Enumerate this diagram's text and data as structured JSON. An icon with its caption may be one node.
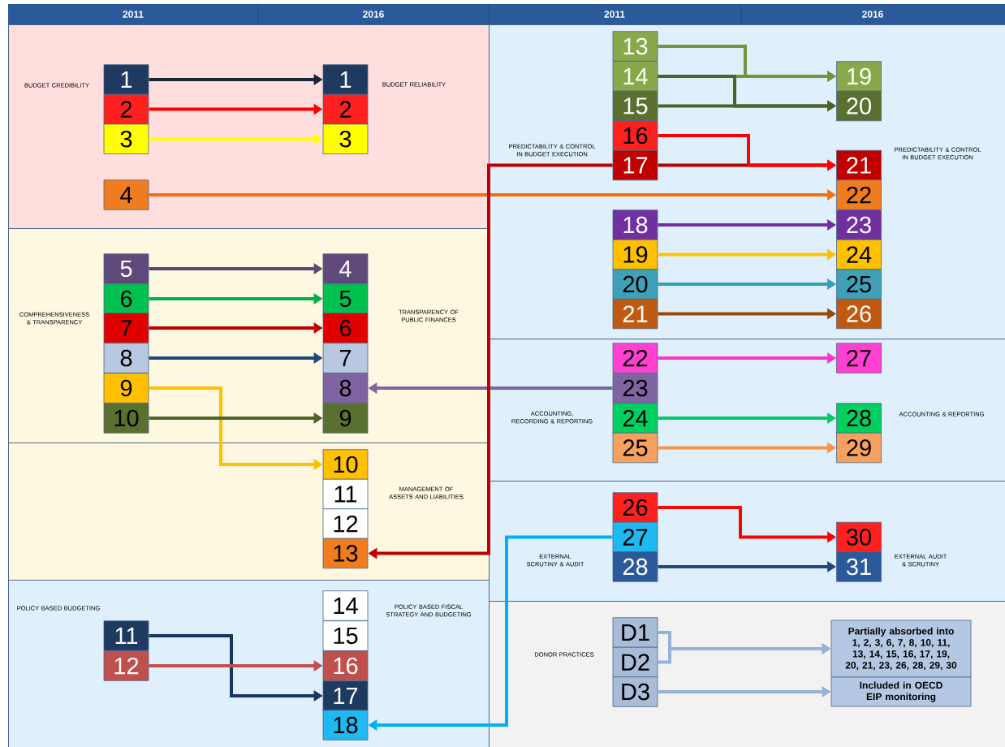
{
  "diagram": {
    "nodes": [
      {
        "text": [
          "BUDGET CREDIBILITY",
          "BUDGET RELIABILITY"
        ]
      },
      {
        "text": [
          "1"
        ],
        "in": 0
      },
      {
        "text": [
          "2"
        ],
        "in": 0
      },
      {
        "text": [
          "3"
        ],
        "in": 0
      },
      {
        "text": [
          "4"
        ],
        "in": 0
      },
      {
        "text": [
          "1"
        ],
        "in": 0
      },
      {
        "text": [
          "2"
        ],
        "in": 0
      },
      {
        "text": [
          "3"
        ],
        "in": 0
      },
      {
        "text": [
          "COMPREHENSIVENESS & TRANSPARENCY",
          "TRANSPARENCY OF PUBLIC FINANCES"
        ]
      },
      {
        "text": [
          "5"
        ],
        "in": 8
      },
      {
        "text": [
          "6"
        ],
        "in": 8
      },
      {
        "text": [
          "7"
        ],
        "in": 8
      },
      {
        "text": [
          "8"
        ],
        "in": 8
      },
      {
        "text": [
          "9"
        ],
        "in": 8
      },
      {
        "text": [
          "10"
        ],
        "in": 8
      },
      {
        "text": [
          "4"
        ],
        "in": 8
      },
      {
        "text": [
          "5"
        ],
        "in": 8
      },
      {
        "text": [
          "6"
        ],
        "in": 8
      },
      {
        "text": [
          "7"
        ],
        "in": 8
      },
      {
        "text": [
          "8"
        ],
        "in": 8
      },
      {
        "text": [
          "9"
        ],
        "in": 8
      },
      {
        "text": [
          "MANAGEMENT OF ASSETS AND LIABILITIES"
        ]
      },
      {
        "text": [
          "10"
        ],
        "in": 21
      },
      {
        "text": [
          "11"
        ],
        "in": 21
      },
      {
        "text": [
          "12"
        ],
        "in": 21
      },
      {
        "text": [
          "13"
        ],
        "in": 21
      },
      {
        "text": [
          "POLICY BASED BUDGETING",
          "POLICY BASED FISCAL STRATEGY AND BUDGETING"
        ]
      },
      {
        "text": [
          "11"
        ],
        "in": 26
      },
      {
        "text": [
          "12"
        ],
        "in": 26
      },
      {
        "text": [
          "14"
        ],
        "in": 26
      },
      {
        "text": [
          "15"
        ],
        "in": 26
      },
      {
        "text": [
          "16"
        ],
        "in": 26
      },
      {
        "text": [
          "17"
        ],
        "in": 26
      },
      {
        "text": [
          "18"
        ],
        "in": 26
      },
      {
        "text": [
          "PREDICTABILITY & CONTROL IN BUDGET EXECUTION",
          "PREDICTABILITY & CONTROL IN BUDGET EXECUTION"
        ]
      },
      {
        "text": [
          "13"
        ],
        "in": 34
      },
      {
        "text": [
          "14"
        ],
        "in": 34
      },
      {
        "text": [
          "15"
        ],
        "in": 34
      },
      {
        "text": [
          "16"
        ],
        "in": 34
      },
      {
        "text": [
          "17"
        ],
        "in": 34
      },
      {
        "text": [
          "18"
        ],
        "in": 34
      },
      {
        "text": [
          "19"
        ],
        "in": 34
      },
      {
        "text": [
          "20"
        ],
        "in": 34
      },
      {
        "text": [
          "21"
        ],
        "in": 34
      },
      {
        "text": [
          "19"
        ],
        "in": 34
      },
      {
        "text": [
          "20"
        ],
        "in": 34
      },
      {
        "text": [
          "21"
        ],
        "in": 34
      },
      {
        "text": [
          "22"
        ],
        "in": 34
      },
      {
        "text": [
          "23"
        ],
        "in": 34
      },
      {
        "text": [
          "24"
        ],
        "in": 34
      },
      {
        "text": [
          "25"
        ],
        "in": 34
      },
      {
        "text": [
          "26"
        ],
        "in": 34
      },
      {
        "text": [
          "ACCOUNTING, RECORDING & REPORTING",
          "ACCOUNTING & REPORTING"
        ]
      },
      {
        "text": [
          "22"
        ],
        "in": 52
      },
      {
        "text": [
          "23"
        ],
        "in": 52
      },
      {
        "text": [
          "24"
        ],
        "in": 52
      },
      {
        "text": [
          "25"
        ],
        "in": 52
      },
      {
        "text": [
          "27"
        ],
        "in": 52
      },
      {
        "text": [
          "28"
        ],
        "in": 52
      },
      {
        "text": [
          "29"
        ],
        "in": 52
      },
      {
        "text": [
          "EXTERNAL SCRUTINY & AUDIT",
          "EXTERNAL AUDIT & SCRUTINY"
        ]
      },
      {
        "text": [
          "26"
        ],
        "in": 60
      },
      {
        "text": [
          "27"
        ],
        "in": 60
      },
      {
        "text": [
          "28"
        ],
        "in": 60
      },
      {
        "text": [
          "30"
        ],
        "in": 60
      },
      {
        "text": [
          "31"
        ],
        "in": 60
      },
      {
        "text": [
          "DONOR PRACTICES"
        ]
      },
      {
        "text": [
          "D1"
        ],
        "in": 66
      },
      {
        "text": [
          "D2"
        ],
        "in": 66
      },
      {
        "text": [
          "D3"
        ],
        "in": 66
      },
      {
        "text": [
          "Partially absorbed into 1, 2, 3, 6, 7, 8, 10, 11, 13, 14, 15, 16, 17, 19, 20, 21, 23, 26, 28, 29, 30"
        ],
        "in": 66
      },
      {
        "text": [
          "Included in OECD EIP monitoring"
        ],
        "in": 66
      }
    ],
    "edges": [
      {
        "from": 1,
        "to": 5,
        "arrow": "to",
        "color": "#17253d"
      },
      {
        "from": 2,
        "to": 6,
        "arrow": "to",
        "color": "#ff0000"
      },
      {
        "from": 3,
        "to": 7,
        "arrow": "to",
        "color": "#ffff00"
      },
      {
        "from": 4,
        "to": 47,
        "arrow": "to",
        "color": "#f07010"
      },
      {
        "from": 9,
        "to": 15,
        "arrow": "to",
        "color": "#5a4a70"
      },
      {
        "from": 10,
        "to": 16,
        "arrow": "to",
        "color": "#00b050"
      },
      {
        "from": 11,
        "to": 17,
        "arrow": "to",
        "color": "#c00000"
      },
      {
        "from": 12,
        "to": 18,
        "arrow": "to",
        "color": "#1f497d"
      },
      {
        "from": 13,
        "to": 22,
        "arrow": "to",
        "color": "#ffc000"
      },
      {
        "from": 14,
        "to": 20,
        "arrow": "to",
        "color": "#4f6228"
      },
      {
        "from": 54,
        "to": 19,
        "arrow": "to",
        "color": "#8064a2"
      },
      {
        "from": 39,
        "to": 25,
        "arrow": "to",
        "color": "#c00000"
      },
      {
        "from": 39,
        "to": 46,
        "arrow": "to",
        "color": "#b00000"
      },
      {
        "from": 38,
        "to": 46,
        "arrow": "to",
        "color": "#ff0000"
      },
      {
        "from": 35,
        "to": 44,
        "arrow": "to",
        "color": "#77933c"
      },
      {
        "from": 36,
        "to": 44,
        "arrow": "to",
        "color": "#77933c"
      },
      {
        "from": 36,
        "to": 45,
        "arrow": "to",
        "color": "#4f6228"
      },
      {
        "from": 37,
        "to": 45,
        "arrow": "to",
        "color": "#4f6228"
      },
      {
        "from": 40,
        "to": 48,
        "arrow": "to",
        "color": "#7030a0"
      },
      {
        "from": 41,
        "to": 49,
        "arrow": "to",
        "color": "#ffc000"
      },
      {
        "from": 42,
        "to": 50,
        "arrow": "to",
        "color": "#31a0b8"
      },
      {
        "from": 43,
        "to": 51,
        "arrow": "to",
        "color": "#984807"
      },
      {
        "from": 53,
        "to": 57,
        "arrow": "to",
        "color": "#ff33cc"
      },
      {
        "from": 55,
        "to": 58,
        "arrow": "to",
        "color": "#00cc66"
      },
      {
        "from": 56,
        "to": 59,
        "arrow": "to",
        "color": "#f79646"
      },
      {
        "from": 61,
        "to": 64,
        "arrow": "to",
        "color": "#ff0000"
      },
      {
        "from": 62,
        "to": 33,
        "arrow": "to",
        "color": "#00b0f0"
      },
      {
        "from": 63,
        "to": 65,
        "arrow": "to",
        "color": "#1f497d"
      },
      {
        "from": 27,
        "to": 32,
        "arrow": "to",
        "color": "#17365d"
      },
      {
        "from": 28,
        "to": 31,
        "arrow": "to",
        "color": "#c0504d"
      },
      {
        "from": 67,
        "to": 70,
        "arrow": "to",
        "color": "#95b3d7"
      },
      {
        "from": 68,
        "to": 70,
        "arrow": "to",
        "color": "#95b3d7"
      },
      {
        "from": 69,
        "to": 71,
        "arrow": "to",
        "color": "#95b3d7"
      }
    ],
    "labels": [
      "2011",
      "2016",
      "2011",
      "2016"
    ]
  }
}
